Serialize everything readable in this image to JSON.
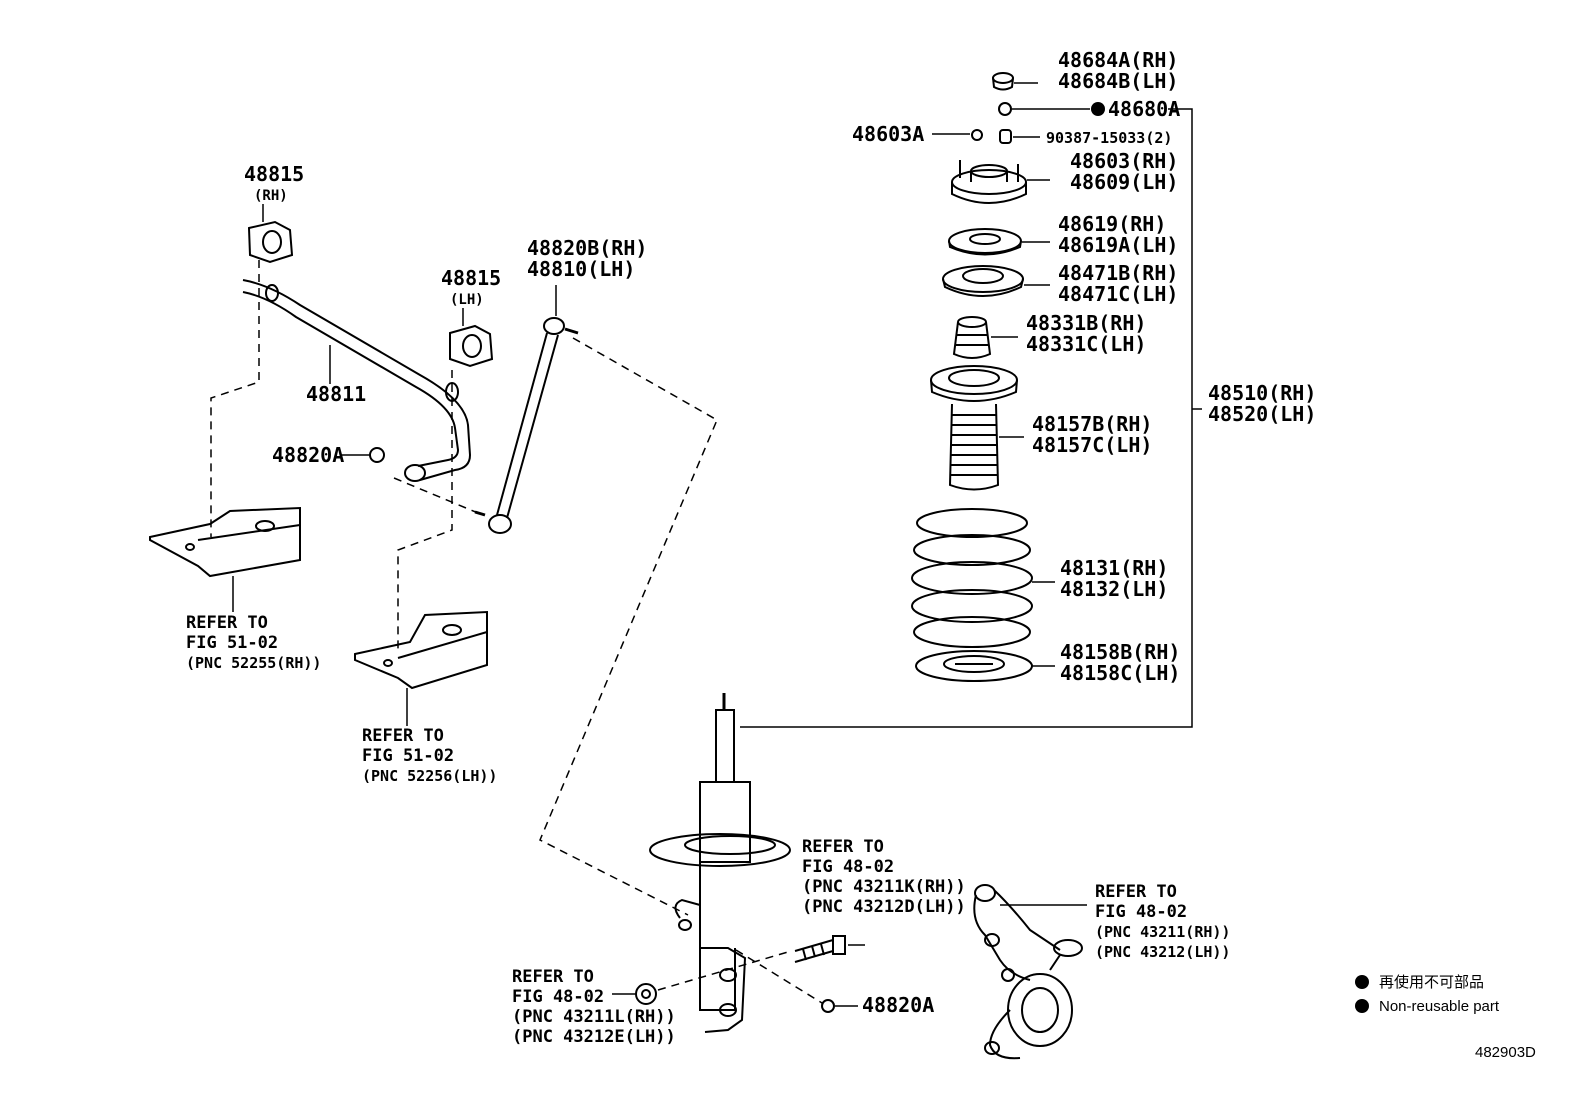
{
  "parts": {
    "p48684": [
      "48684A(RH)",
      "48684B(LH)"
    ],
    "p48680": "48680A",
    "p48603a": "48603A",
    "p90387": "90387-15033(2)",
    "p48603": [
      "48603(RH)",
      "48609(LH)"
    ],
    "p48619": [
      "48619(RH)",
      "48619A(LH)"
    ],
    "p48471": [
      "48471B(RH)",
      "48471C(LH)"
    ],
    "p48331": [
      "48331B(RH)",
      "48331C(LH)"
    ],
    "p48510": [
      "48510(RH)",
      "48520(LH)"
    ],
    "p48157": [
      "48157B(RH)",
      "48157C(LH)"
    ],
    "p48131": [
      "48131(RH)",
      "48132(LH)"
    ],
    "p48158": [
      "48158B(RH)",
      "48158C(LH)"
    ],
    "p48815_rh": {
      "num": "48815",
      "side": "(RH)"
    },
    "p48815_lh": {
      "num": "48815",
      "side": "(LH)"
    },
    "p48820b": [
      "48820B(RH)",
      "48810(LH)"
    ],
    "p48811": "48811",
    "p48820a_top": "48820A",
    "p48820a_bottom": "48820A"
  },
  "refs": {
    "fig51_rh": {
      "line1": "REFER TO",
      "line2": "FIG 51-02",
      "pnc": "(PNC 52255(RH))"
    },
    "fig51_lh": {
      "line1": "REFER TO",
      "line2": "FIG 51-02",
      "pnc": "(PNC 52256(LH))"
    },
    "fig48_bolt": {
      "line1": "REFER TO",
      "line2": "FIG 48-02",
      "pnc1": "(PNC 43211K(RH))",
      "pnc2": "(PNC 43212D(LH))"
    },
    "fig48_nut": {
      "line1": "REFER TO",
      "line2": "FIG 48-02",
      "pnc1": "(PNC 43211L(RH))",
      "pnc2": "(PNC 43212E(LH))"
    },
    "fig48_knuckle": {
      "line1": "REFER TO",
      "line2": "FIG 48-02",
      "pnc1": "(PNC 43211(RH))",
      "pnc2": "(PNC 43212(LH))"
    }
  },
  "legend": {
    "jp": "再使用不可部品",
    "en": "Non-reusable part"
  },
  "diagram_code": "482903D"
}
